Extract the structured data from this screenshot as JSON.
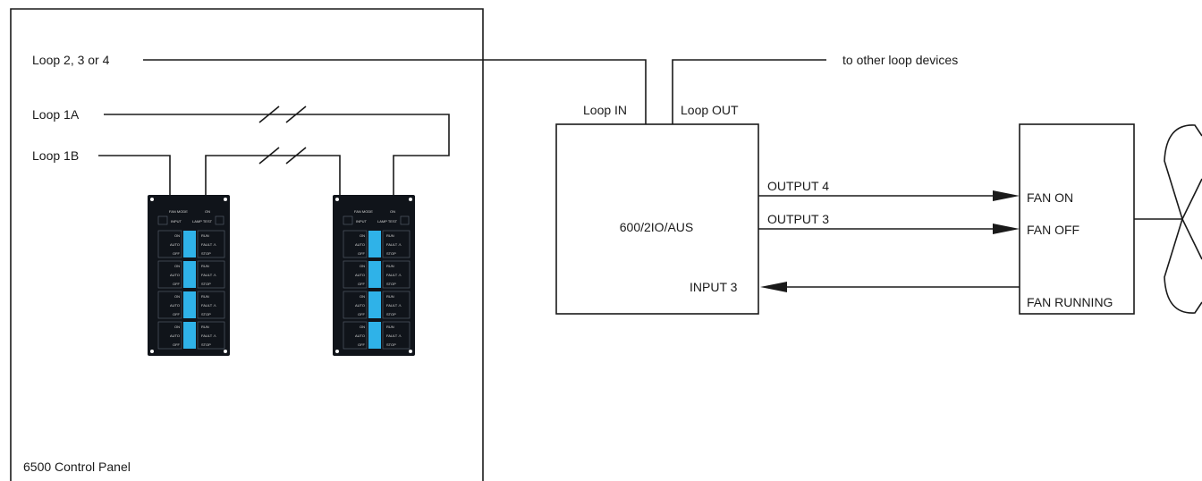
{
  "panel": {
    "title": "6500 Control Panel",
    "loops": {
      "loop234": "Loop 2, 3 or 4",
      "loop1a": "Loop 1A",
      "loop1b": "Loop 1B"
    },
    "module": {
      "header_left": "FAN MODE",
      "header_right": "ON",
      "button_left": "INPUT",
      "button_right": "LAMP TEST",
      "rows": [
        {
          "left": "ON",
          "right": "RUN"
        },
        {
          "left": "AUTO",
          "right": "FAULT ⚠"
        },
        {
          "left": "OFF",
          "right": "STOP"
        }
      ]
    }
  },
  "io_module": {
    "name": "600/2IO/AUS",
    "loop_in": "Loop IN",
    "loop_out": "Loop OUT",
    "loop_out_note": "to other loop devices",
    "output4": "OUTPUT 4",
    "output3": "OUTPUT 3",
    "input3": "INPUT 3"
  },
  "fan_controller": {
    "fan_on": "FAN ON",
    "fan_off": "FAN OFF",
    "fan_running": "FAN RUNNING"
  }
}
